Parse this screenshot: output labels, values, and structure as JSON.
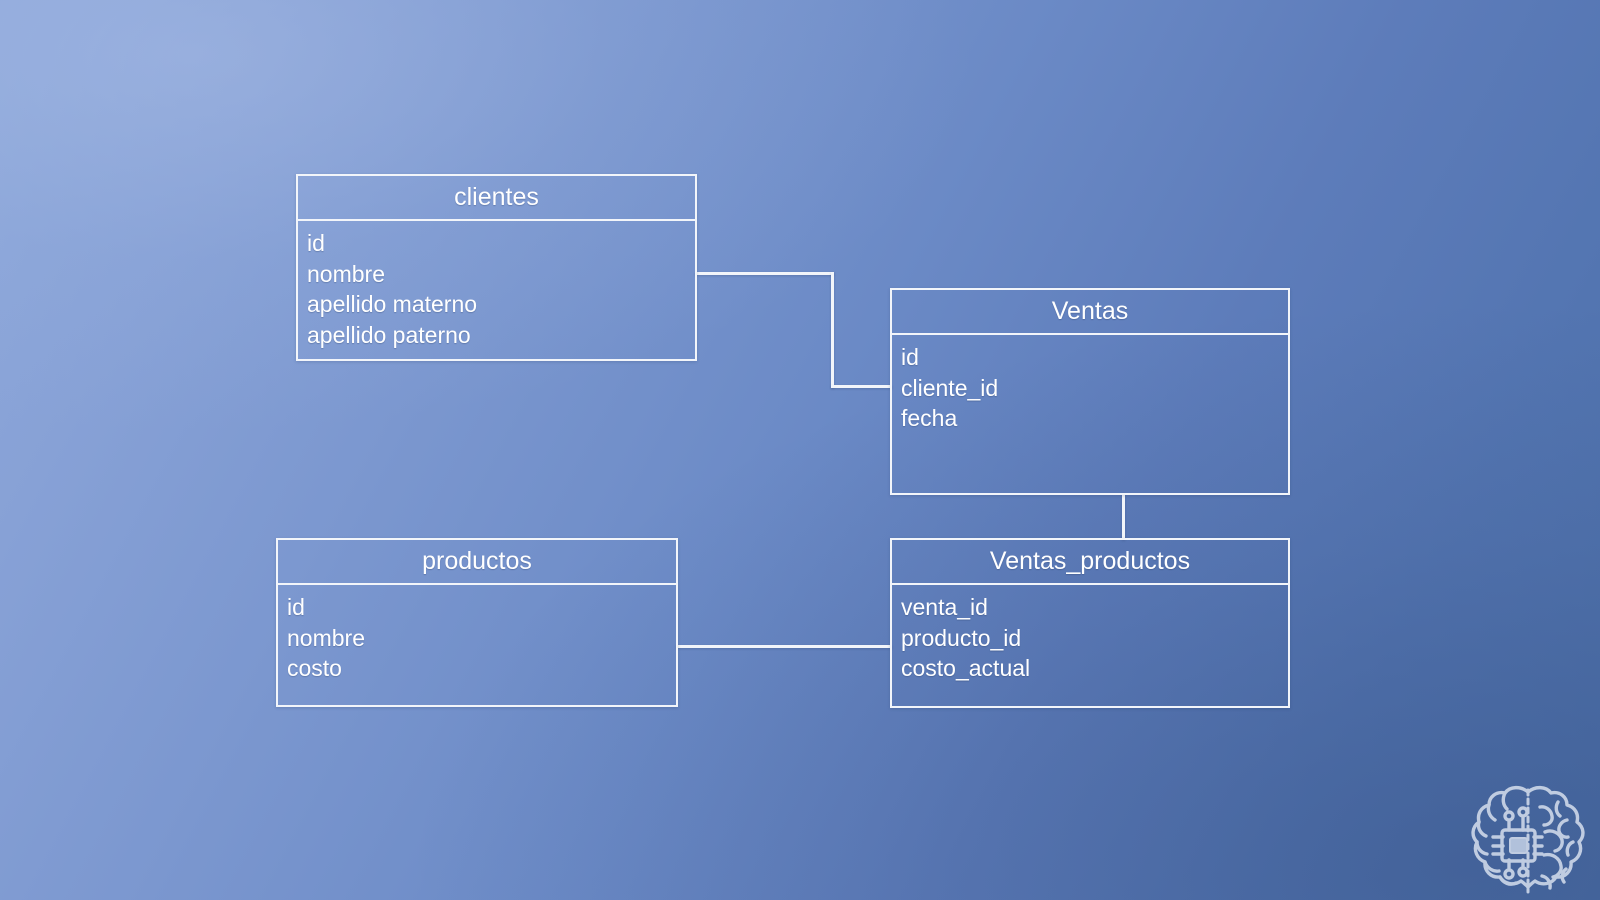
{
  "diagram": {
    "type": "entity-relationship-diagram",
    "background": {
      "gradient_from": "#8fa9db",
      "gradient_to": "#4d70a9",
      "line_color": "#f2f5fa",
      "text_color": "#ffffff"
    },
    "entities": [
      {
        "id": "clientes",
        "title": "clientes",
        "fields": [
          "id",
          "nombre",
          "apellido materno",
          "apellido paterno"
        ]
      },
      {
        "id": "ventas",
        "title": "Ventas",
        "fields": [
          "id",
          "cliente_id",
          "fecha"
        ]
      },
      {
        "id": "productos",
        "title": "productos",
        "fields": [
          "id",
          "nombre",
          "costo"
        ]
      },
      {
        "id": "ventas_productos",
        "title": "Ventas_productos",
        "fields": [
          "venta_id",
          "producto_id",
          "costo_actual"
        ]
      }
    ],
    "relationships": [
      {
        "id": "clientes-ventas",
        "from": "clientes",
        "to": "ventas",
        "style": "orthogonal"
      },
      {
        "id": "ventas-ventas_productos",
        "from": "ventas",
        "to": "ventas_productos",
        "style": "vertical"
      },
      {
        "id": "productos-ventas_productos",
        "from": "productos",
        "to": "ventas_productos",
        "style": "horizontal"
      }
    ]
  },
  "watermark": {
    "icon": "brain-circuit-icon"
  }
}
